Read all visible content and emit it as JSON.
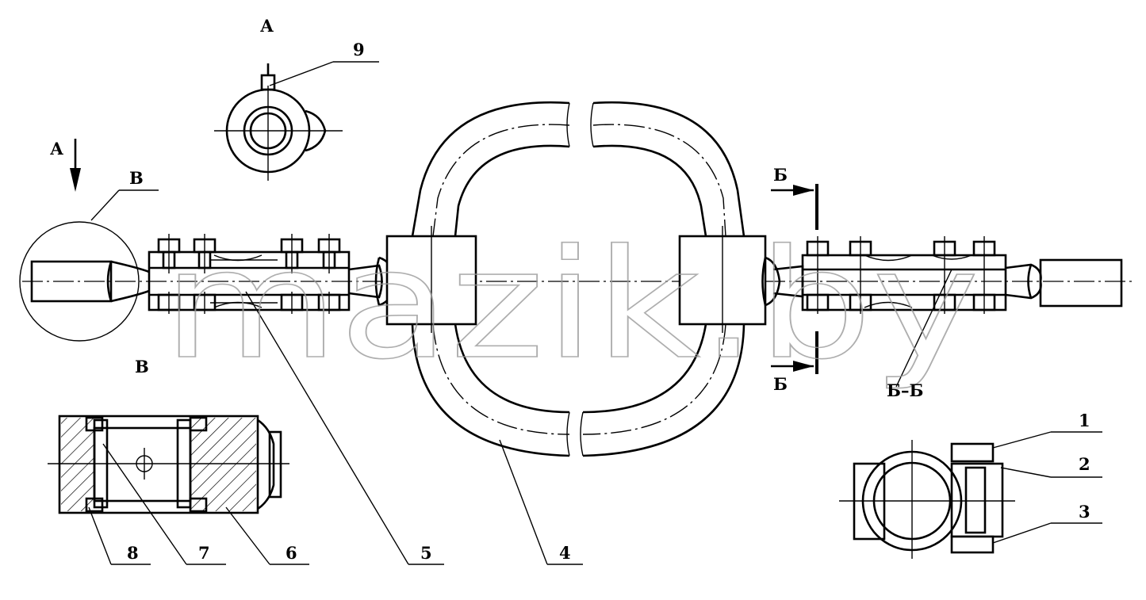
{
  "watermark": "mazik.by",
  "view_labels": {
    "view_a_title": "А",
    "view_a_arrow": "А",
    "detail_b_top": "В",
    "detail_b_bottom": "В",
    "section_b_top": "Б",
    "section_b_bottom": "Б",
    "section_b_title": "Б–Б"
  },
  "callouts": [
    "1",
    "2",
    "3",
    "4",
    "5",
    "6",
    "7",
    "8",
    "9"
  ]
}
